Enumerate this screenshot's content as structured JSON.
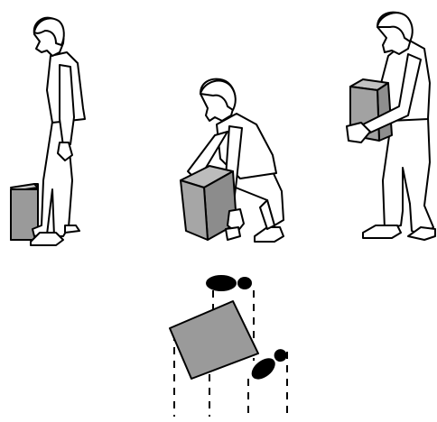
{
  "figure": {
    "panels": [
      "standing-beside-box",
      "squatting-to-grip-box",
      "standing-holding-box",
      "top-view-foot-placement"
    ]
  },
  "colors": {
    "box_fill": "#9a9a9a",
    "figure_fill": "#ffffff",
    "line": "#000000",
    "background": "#ffffff"
  }
}
